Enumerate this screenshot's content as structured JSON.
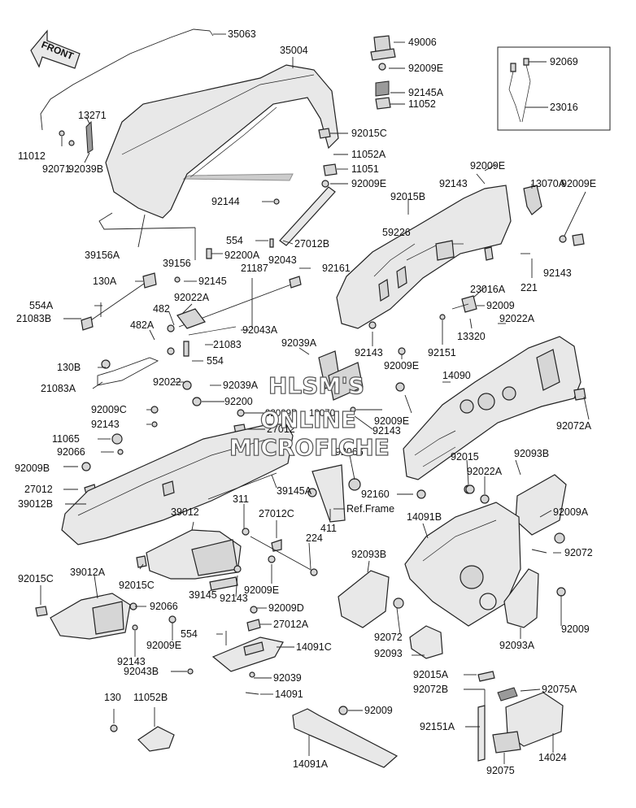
{
  "labels": {
    "p35063": "35063",
    "p35004": "35004",
    "p49006": "49006",
    "p92009E_a": "92009E",
    "p92069": "92069",
    "p92145A": "92145A",
    "p11052": "11052",
    "p23016": "23016",
    "p13271": "13271",
    "p11012": "11012",
    "p92071": "92071",
    "p92039B": "92039B",
    "p92015C_a": "92015C",
    "p11052A": "11052A",
    "p11051": "11051",
    "p92009E_b": "92009E",
    "p92009E_c": "92009E",
    "p92143_a": "92143",
    "p13070A": "13070A",
    "p92015B": "92015B",
    "p92009E_d": "92009E",
    "p92144": "92144",
    "p59226": "59226",
    "p554_a": "554",
    "p27012B": "27012B",
    "p39156A": "39156A",
    "p92200A": "92200A",
    "p92043": "92043",
    "p39156": "39156",
    "p21187": "21187",
    "p92161": "92161",
    "p92143_b": "92143",
    "p130A": "130A",
    "p92145": "92145",
    "p221": "221",
    "p554A": "554A",
    "p92022A_a": "92022A",
    "p23016A": "23016A",
    "p482": "482",
    "p21083B": "21083B",
    "p92009_a": "92009",
    "p92043A": "92043A",
    "p92022A_b": "92022A",
    "p482A": "482A",
    "p21083": "21083",
    "p13320": "13320",
    "p92039A_a": "92039A",
    "p554_b": "554",
    "p92143_c": "92143",
    "p92151": "92151",
    "p130B": "130B",
    "p92009E_e": "92009E",
    "p14090": "14090",
    "p21083A": "21083A",
    "p92022": "92022",
    "p92039A_b": "92039A",
    "p92009C": "92009C",
    "p92200": "92200",
    "p92143_d": "92143",
    "p92009B_a": "92009B",
    "p13070": "13070",
    "p92009E_f": "92009E",
    "p27012": "27012",
    "p92143_e": "92143",
    "p92072A": "92072A",
    "p11065": "11065",
    "p92066_a": "92066",
    "p92066_b": "92066",
    "p92015": "92015",
    "p92093B_a": "92093B",
    "p92009B_b": "92009B",
    "p92022A_c": "92022A",
    "p27012_b": "27012",
    "p39145A": "39145A",
    "p92160": "92160",
    "p39012B": "39012B",
    "p311": "311",
    "p27012C": "27012C",
    "pRefFrame": "Ref.Frame",
    "p92009A": "92009A",
    "p39012": "39012",
    "p411": "411",
    "p14091B": "14091B",
    "p224": "224",
    "p92072_a": "92072",
    "p92015C_b": "92015C",
    "p39012A": "39012A",
    "p92093B_b": "92093B",
    "p92015C_c": "92015C",
    "p92009E_g": "92009E",
    "p92066_c": "92066",
    "p39145": "39145",
    "p92143_f": "92143",
    "p92009D": "92009D",
    "p554_c": "554",
    "p27012A": "27012A",
    "p92009_b": "92009",
    "p92009E_h": "92009E",
    "p92072_b": "92072",
    "p92093A": "92093A",
    "p92143_g": "92143",
    "p14091C": "14091C",
    "p92093": "92093",
    "p92043B": "92043B",
    "p92039": "92039",
    "p92015A": "92015A",
    "p14091": "14091",
    "p92072B": "92072B",
    "p92075A": "92075A",
    "p130": "130",
    "p11052B": "11052B",
    "p92009_c": "92009",
    "p92151A": "92151A",
    "p14091A": "14091A",
    "p92075": "92075",
    "p14024": "14024"
  },
  "front_arrow": "FRONT",
  "watermark": {
    "line1": "HLSM'S",
    "line2": "ONLINE",
    "line3": "MICROFICHE"
  },
  "colors": {
    "line": "#222222",
    "part_fill": "#d6d6d6",
    "background": "#ffffff"
  }
}
